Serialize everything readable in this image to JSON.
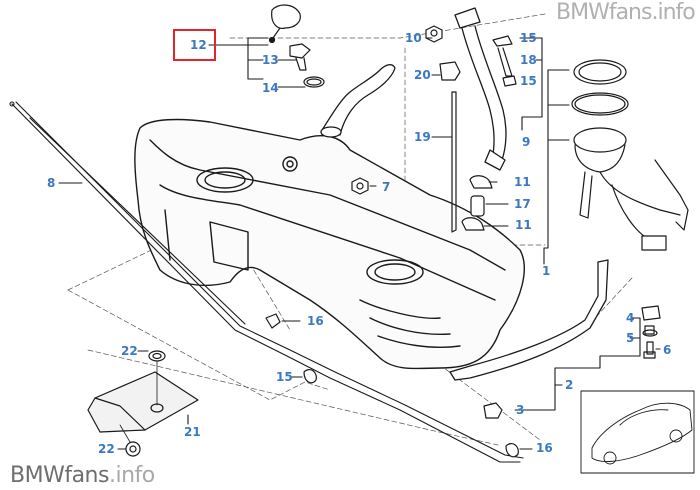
{
  "diagram": {
    "title": "Fuel tank exploded parts diagram",
    "highlighted_part": "12",
    "highlight_color": "#e3262c",
    "label_color": "#3a78c2",
    "line_color": "#1a1a1a",
    "parts": [
      {
        "id": "p1",
        "number": "1"
      },
      {
        "id": "p2",
        "number": "2"
      },
      {
        "id": "p3",
        "number": "3"
      },
      {
        "id": "p4",
        "number": "4"
      },
      {
        "id": "p5",
        "number": "5"
      },
      {
        "id": "p6",
        "number": "6"
      },
      {
        "id": "p7",
        "number": "7"
      },
      {
        "id": "p8",
        "number": "8"
      },
      {
        "id": "p9",
        "number": "9"
      },
      {
        "id": "p10",
        "number": "10"
      },
      {
        "id": "p11a",
        "number": "11"
      },
      {
        "id": "p11b",
        "number": "11"
      },
      {
        "id": "p12",
        "number": "12"
      },
      {
        "id": "p13",
        "number": "13"
      },
      {
        "id": "p14",
        "number": "14"
      },
      {
        "id": "p15a",
        "number": "15"
      },
      {
        "id": "p15b",
        "number": "15"
      },
      {
        "id": "p15c",
        "number": "15"
      },
      {
        "id": "p16a",
        "number": "16"
      },
      {
        "id": "p16b",
        "number": "16"
      },
      {
        "id": "p17",
        "number": "17"
      },
      {
        "id": "p18",
        "number": "18"
      },
      {
        "id": "p19",
        "number": "19"
      },
      {
        "id": "p20",
        "number": "20"
      },
      {
        "id": "p21",
        "number": "21"
      },
      {
        "id": "p22a",
        "number": "22"
      },
      {
        "id": "p22b",
        "number": "22"
      }
    ]
  },
  "watermark": {
    "top": "BMWfans.info",
    "bottom_main": "BMWfans",
    "bottom_suffix": ".info"
  }
}
